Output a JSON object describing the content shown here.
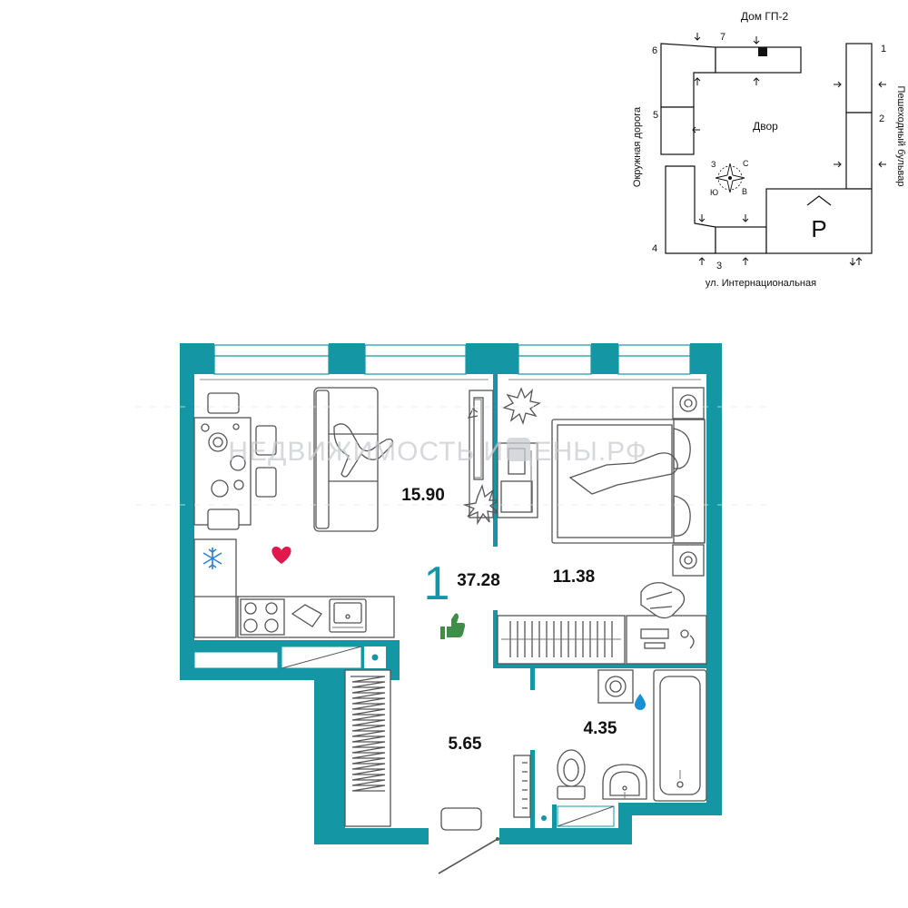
{
  "site_plan": {
    "building_name": "Дом ГП-2",
    "yard_label": "Двор",
    "parking_label": "P",
    "street_bottom": "ул. Интернациональная",
    "street_left": "Окружная дорога",
    "street_right": "Пешеходный бульвар",
    "section_numbers": [
      "1",
      "2",
      "3",
      "4",
      "5",
      "6",
      "7"
    ],
    "compass": {
      "north": "С",
      "south": "Ю",
      "east": "В",
      "west": "З"
    }
  },
  "apartment": {
    "rooms_count": "1",
    "total_area": "37.28",
    "areas": {
      "living_kitchen": "15.90",
      "bedroom": "11.38",
      "hallway": "5.65",
      "bathroom": "4.35"
    }
  },
  "watermark": "НЕДВИЖИМОСТЬ И ЦЕНЫ.РФ",
  "colors": {
    "wall": "#1496a5",
    "heart": "#e0184b",
    "thumb": "#3e8f45",
    "drop": "#1a8fd6",
    "snowflake": "#2d7fd0"
  },
  "icons": [
    "heart-icon",
    "thumbs-up-icon",
    "water-drop-icon",
    "snowflake-icon",
    "north-arrow-icon",
    "parking-icon"
  ]
}
